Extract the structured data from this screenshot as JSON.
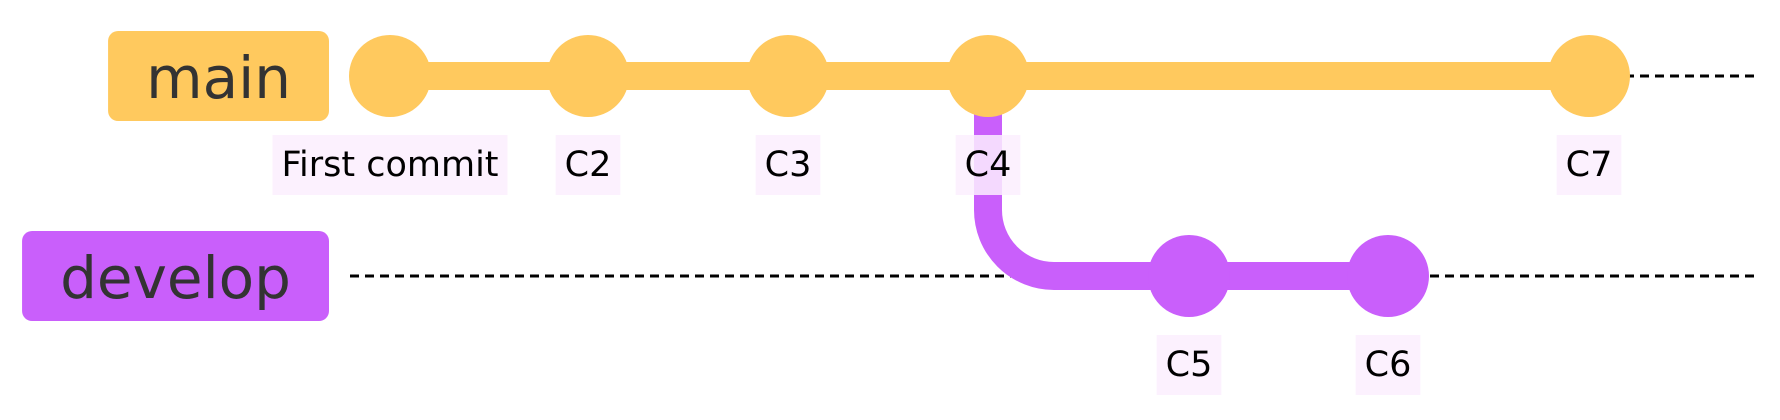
{
  "diagram": {
    "type": "gitgraph",
    "colors": {
      "main": "#ffc95e",
      "develop": "#c95ffb",
      "label_bg": "#fbeffe",
      "text": "#333333",
      "dashed": "#000000"
    },
    "branches": [
      {
        "name": "main",
        "color": "#ffc95e"
      },
      {
        "name": "develop",
        "color": "#c95ffb"
      }
    ],
    "commits": [
      {
        "id": "First commit",
        "branch": "main"
      },
      {
        "id": "C2",
        "branch": "main"
      },
      {
        "id": "C3",
        "branch": "main"
      },
      {
        "id": "C4",
        "branch": "main"
      },
      {
        "id": "C5",
        "branch": "develop"
      },
      {
        "id": "C6",
        "branch": "develop"
      },
      {
        "id": "C7",
        "branch": "main"
      }
    ],
    "edges": [
      {
        "from": "First commit",
        "to": "C2"
      },
      {
        "from": "C2",
        "to": "C3"
      },
      {
        "from": "C3",
        "to": "C4"
      },
      {
        "from": "C4",
        "to": "C7"
      },
      {
        "from": "C4",
        "to": "C5"
      },
      {
        "from": "C5",
        "to": "C6"
      }
    ]
  }
}
